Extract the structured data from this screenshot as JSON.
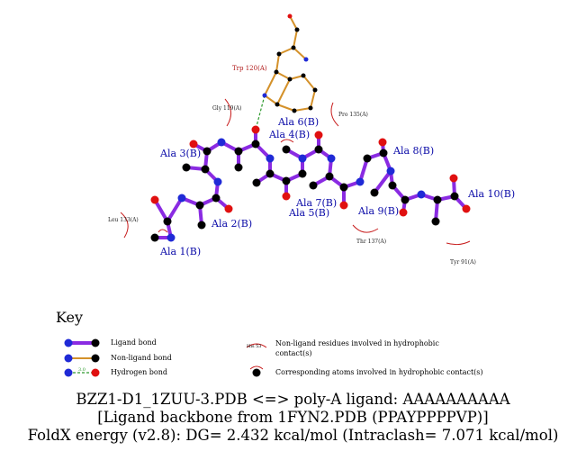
{
  "residues": {
    "trp": "Trp 120(A)",
    "gly": "Gly 119(A)",
    "pro": "Pro 135(A)",
    "leu": "Leu 133(A)",
    "thr": "Thr 137(A)",
    "tyr": "Tyr 91(A)"
  },
  "ligand_labels": {
    "ala1": "Ala 1(B)",
    "ala2": "Ala 2(B)",
    "ala3": "Ala 3(B)",
    "ala4": "Ala 4(B)",
    "ala5": "Ala 5(B)",
    "ala6": "Ala 6(B)",
    "ala7": "Ala 7(B)",
    "ala8": "Ala 8(B)",
    "ala9": "Ala 9(B)",
    "ala10": "Ala 10(B)"
  },
  "key": {
    "title": "Key",
    "ligand_bond": "Ligand bond",
    "nonligand_bond": "Non-ligand bond",
    "hydrogen_bond": "Hydrogen bond",
    "hbond_sample": "3.0",
    "his_sample": "His 53",
    "hydrophobic_residues_line1": "Non-ligand residues involved in hydrophobic",
    "hydrophobic_residues_line2": "contact(s)",
    "hydrophobic_atoms": "Corresponding atoms involved in hydrophobic contact(s)"
  },
  "caption": {
    "line1": "BZZ1-D1_1ZUU-3.PDB <=> poly-A ligand: AAAAAAAAAA",
    "line2": "[Ligand backbone from 1FYN2.PDB (PPAYPPPPVP)]",
    "line3": "FoldX energy (v2.8): DG= 2.432 kcal/mol (Intraclash= 7.071 kcal/mol)"
  },
  "colors": {
    "ligand_bond": "#8a2be2",
    "nonligand_bond": "#d4912a",
    "hbond": "#2e9a2e",
    "carbon": "#000000",
    "nitrogen": "#1f2ad6",
    "oxygen": "#e01010",
    "hydrophobic": "#c81e1e"
  }
}
